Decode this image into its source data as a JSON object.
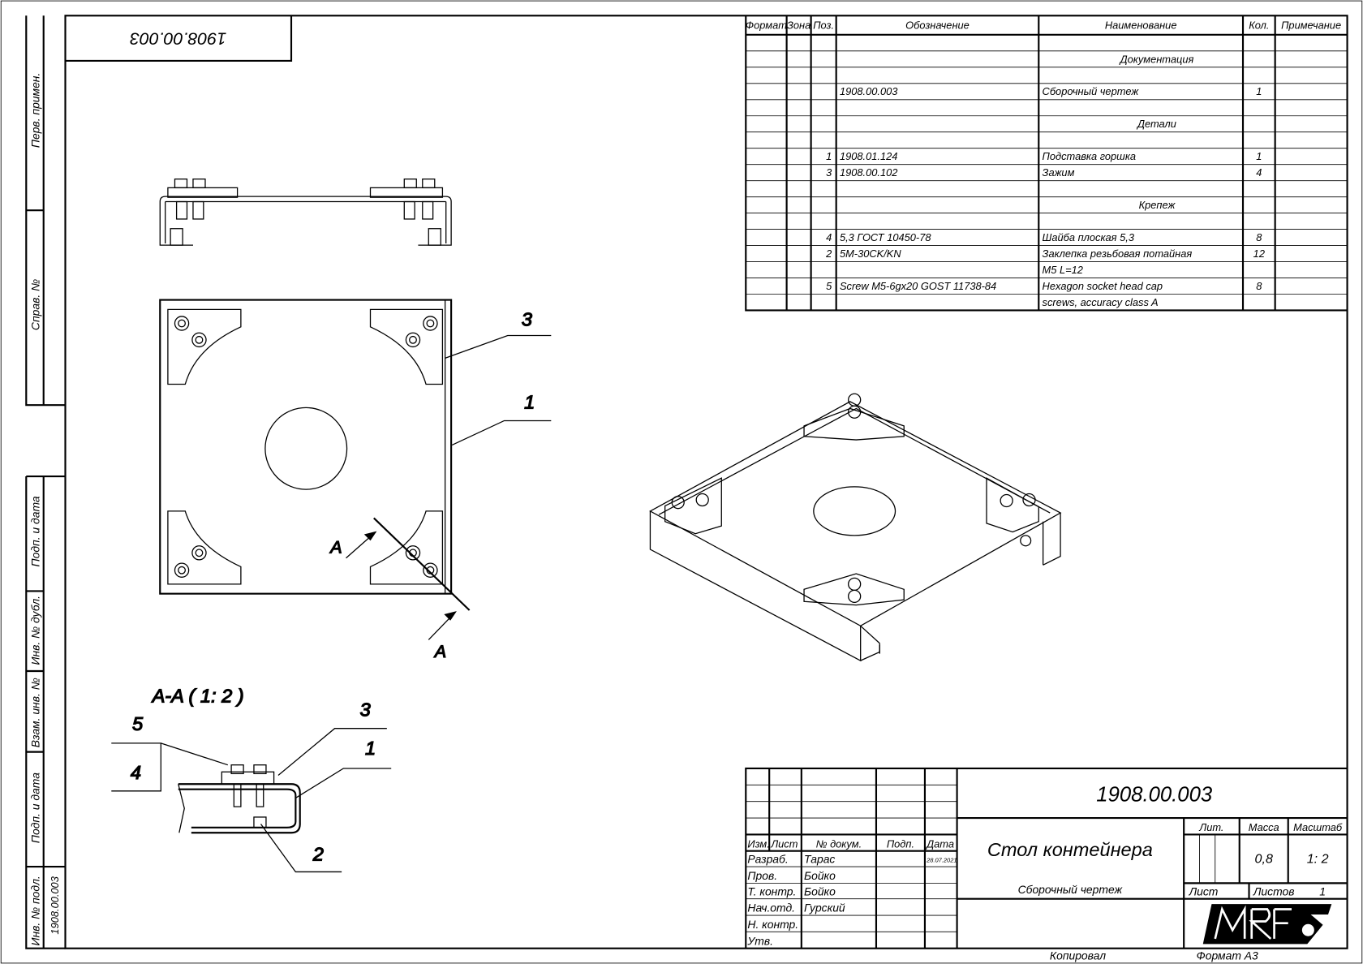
{
  "stamp_code": "1908.00.003",
  "side_strip": {
    "perv_primen": "Перв. примен.",
    "sprav_no": "Справ. №",
    "podp_data_1": "Подп. и дата",
    "inv_dubl": "Инв. № дубл.",
    "vzam_inv": "Взам. инв. №",
    "podp_data_2": "Подп. и дата",
    "inv_podl": "Инв. № подл.",
    "inv_podl_value": "1908.00.003"
  },
  "spec": {
    "headers": [
      "Формат",
      "Зона",
      "Поз.",
      "Обозначение",
      "Наименование",
      "Кол.",
      "Примечание"
    ],
    "rows": [
      {
        "pos": "",
        "oboz": "",
        "name": "",
        "qty": ""
      },
      {
        "pos": "",
        "oboz": "",
        "name": "Документация",
        "qty": "",
        "section": true
      },
      {
        "pos": "",
        "oboz": "",
        "name": "",
        "qty": ""
      },
      {
        "pos": "",
        "oboz": "1908.00.003",
        "name": "Сборочный чертеж",
        "qty": "1"
      },
      {
        "pos": "",
        "oboz": "",
        "name": "",
        "qty": ""
      },
      {
        "pos": "",
        "oboz": "",
        "name": "Детали",
        "qty": "",
        "section": true
      },
      {
        "pos": "",
        "oboz": "",
        "name": "",
        "qty": ""
      },
      {
        "pos": "1",
        "oboz": "1908.01.124",
        "name": "Подставка горшка",
        "qty": "1"
      },
      {
        "pos": "3",
        "oboz": "1908.00.102",
        "name": "Зажим",
        "qty": "4"
      },
      {
        "pos": "",
        "oboz": "",
        "name": "",
        "qty": ""
      },
      {
        "pos": "",
        "oboz": "",
        "name": "Крепеж",
        "qty": "",
        "section": true
      },
      {
        "pos": "",
        "oboz": "",
        "name": "",
        "qty": ""
      },
      {
        "pos": "4",
        "oboz": "5,3 ГОСТ 10450-78",
        "name": "Шайба плоская 5,3",
        "qty": "8"
      },
      {
        "pos": "2",
        "oboz": "5M-30CK/KN",
        "name": "Заклепка резьбовая потайная",
        "qty": "12"
      },
      {
        "pos": "",
        "oboz": "",
        "name": " M5 L=12",
        "qty": ""
      },
      {
        "pos": "5",
        "oboz": "Screw M5-6gx20 GOST 11738-84",
        "name": "Hexagon socket head cap",
        "qty": "8"
      },
      {
        "pos": "",
        "oboz": "",
        "name": "screws, accuracy class A",
        "qty": ""
      }
    ]
  },
  "callouts": {
    "c3": "3",
    "c1": "1",
    "a_top": "A",
    "a_bottom": "A"
  },
  "section": {
    "title": "A-A ( 1: 2 )",
    "c5": "5",
    "c4": "4",
    "c3": "3",
    "c1": "1",
    "c2": "2"
  },
  "title_block": {
    "code": "1908.00.003",
    "name": "Стол контейнера",
    "doc_type": "Сборочный чертеж",
    "hdr_izm": "Изм.",
    "hdr_list": "Лист",
    "hdr_doc": "№ докум.",
    "hdr_podp": "Подп.",
    "hdr_data": "Дата",
    "razrab_label": "Разраб.",
    "razrab_name": "Тарас",
    "razrab_date": "28.07.2021",
    "prov_label": "Пров.",
    "prov_name": "Бойко",
    "tkontr_label": "Т. контр.",
    "tkontr_name": "Бойко",
    "nachotd_label": "Нач.отд.",
    "nachotd_name": "Гурский",
    "nkontr_label": "Н. контр.",
    "utv_label": "Утв.",
    "lit_label": "Лит.",
    "massa_label": "Масса",
    "masshtab_label": "Масштаб",
    "massa": "0,8",
    "masshtab": "1: 2",
    "list_label": "Лист",
    "listov_label": "Листов",
    "listov": "1",
    "logo_text": "MRF",
    "kopiroval": "Копировал",
    "format": "Формат А3"
  }
}
